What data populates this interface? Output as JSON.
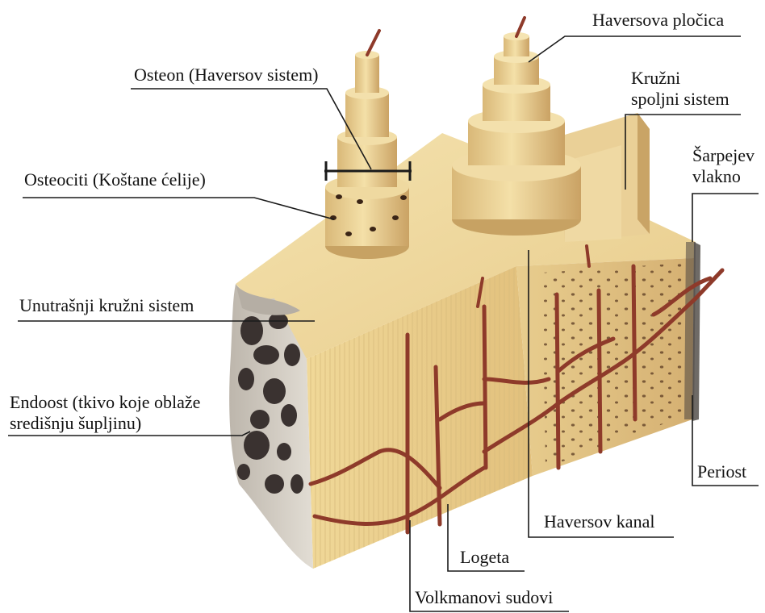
{
  "labels": {
    "osteon": "Osteon (Haversov sistem)",
    "osteociti": "Osteociti (Koštane ćelije)",
    "unutrasnji": "Unutrašnji kružni sistem",
    "endoost_l1": "Endoost (tkivo koje oblaže",
    "endoost_l2": "središnju šupljinu)",
    "haversova_plocica": "Haversova pločica",
    "kruzni_l1": "Kružni",
    "kruzni_l2": "spoljni sistem",
    "sarpejev_l1": "Šarpejev",
    "sarpejev_l2": "vlakno",
    "periost": "Periost",
    "haversov_kanal": "Haversov kanal",
    "logeta": "Logeta",
    "volkmanovi": "Volkmanovi sudovi"
  },
  "colors": {
    "bone_light": "#f2dca0",
    "bone_mid": "#e6c47e",
    "bone_dark": "#c9a062",
    "vessel": "#8e3a2a",
    "lacuna": "#4a2a1a",
    "spongy": "#d8d2c8",
    "spongy_dark": "#3a3230",
    "leader": "#1a1a1a"
  }
}
